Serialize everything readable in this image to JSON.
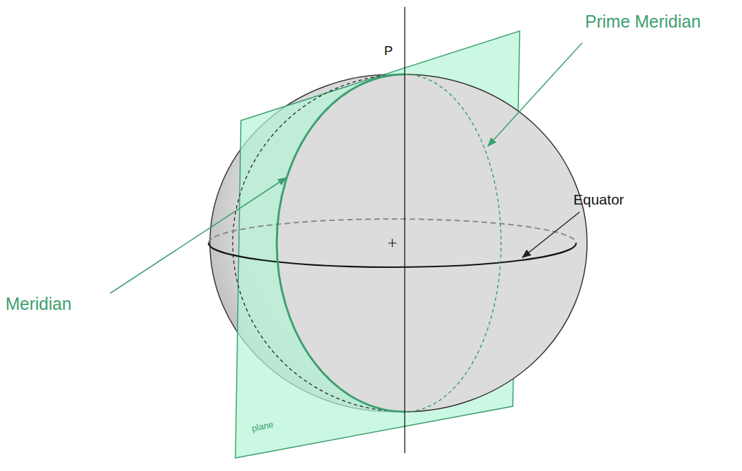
{
  "diagram": {
    "labels": [
      "P",
      "Prime Meridian",
      "Equator",
      "Meridian",
      "plane"
    ]
  }
}
